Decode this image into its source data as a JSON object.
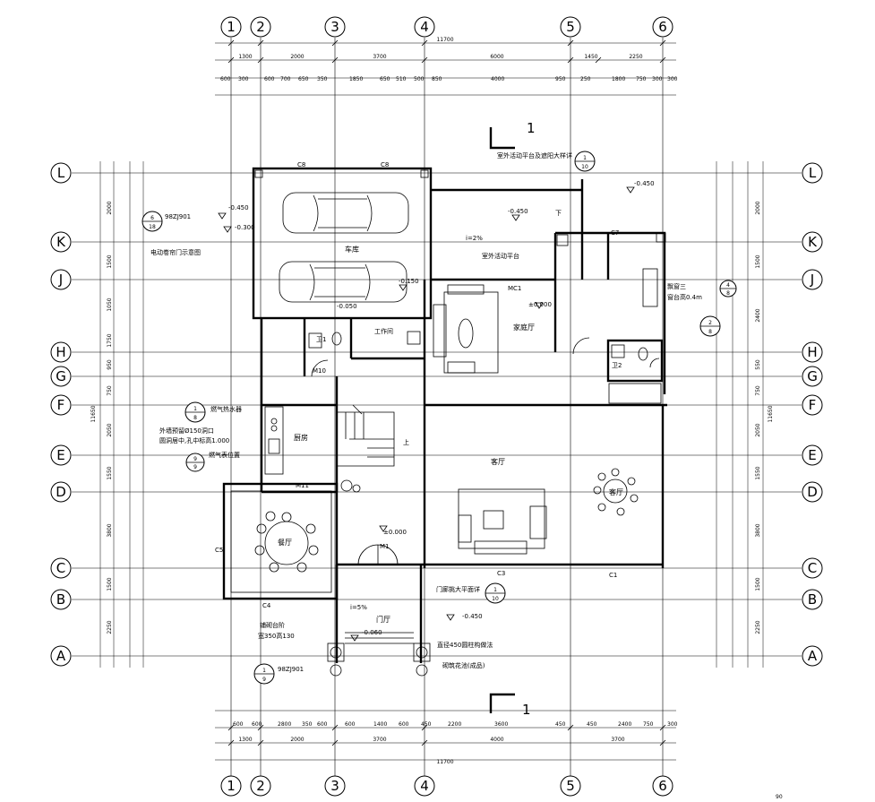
{
  "drawing": {
    "grid_columns": [
      "1",
      "2",
      "3",
      "4",
      "5",
      "6"
    ],
    "grid_rows": [
      "L",
      "K",
      "J",
      "H",
      "G",
      "F",
      "E",
      "D",
      "C",
      "B",
      "A"
    ],
    "overall_width_dim": "11700",
    "overall_height_dim": "11650",
    "top_dims_outer": [
      "1300",
      "2000",
      "3700",
      "6000",
      "1450",
      "2250"
    ],
    "top_dims_inner": [
      "600",
      "300",
      "600",
      "700",
      "650",
      "350",
      "1850",
      "650",
      "510",
      "500",
      "850",
      "4000",
      "950",
      "250",
      "1800",
      "750",
      "300",
      "300"
    ],
    "bottom_dims_inner": [
      "600",
      "600",
      "2800",
      "350",
      "600",
      "600",
      "1400",
      "600",
      "450",
      "2200",
      "3600",
      "450",
      "450",
      "2400",
      "750",
      "300"
    ],
    "bottom_dims_outer": [
      "1300",
      "2000",
      "3700",
      "4000",
      "3700"
    ],
    "right_dims": [
      "2000",
      "1500",
      "2400",
      "550",
      "750",
      "2050",
      "1550",
      "3800",
      "1500",
      "2250"
    ],
    "left_dims": [
      "2000",
      "1500",
      "1050",
      "1750",
      "950",
      "750",
      "2050",
      "1550",
      "3800",
      "1500",
      "2250"
    ]
  },
  "labels": {
    "garage": "车库",
    "kitchen": "厨房",
    "dining": "餐厅",
    "living": "客厅",
    "family": "家庭厅",
    "lobby": "门厅",
    "storage": "工作间",
    "bath_1": "卫1",
    "bath_2": "卫2",
    "sitting": "客厅",
    "outdoor_platform": "室外活动平台",
    "roof_note": "室外活动平台及遮阳大样详",
    "canopy_note": "门廊挑大平面详",
    "column_note": "直径450圆柱构做法",
    "step_note": "铺砌台阶",
    "step_note_2": "宽350高130",
    "flower_note": "砌筑花池(成品)",
    "vent_note": "外墙预留Ø150洞口",
    "vent_note_2": "圆洞居中,孔中标高1.000",
    "range_hood": "燃气热水器",
    "gas_meter": "燃气表位置",
    "car_outlet": "电动卷帘门示意图",
    "bay_window": "飘窗三",
    "bay_window_2": "窗台高0.4m",
    "atlas_ref_1": "98ZJ901",
    "atlas_ref_2": "98ZJ901",
    "door_m1": "M1",
    "door_mc1": "MC1",
    "door_m10": "M10",
    "door_m11": "M11",
    "win_c4": "C4",
    "win_c8a": "C8",
    "win_c8b": "C8",
    "win_c7": "C7",
    "win_c5": "C5",
    "win_c1": "C1",
    "win_c3": "C3",
    "stair_up": "上",
    "stair_down": "下",
    "slope_1": "i=2%",
    "slope_2": "i=5%"
  },
  "levels": {
    "l1": "-0.450",
    "l2": "-0.300",
    "l3": "-0.450",
    "l4": "-0.150",
    "l5": "±0.000",
    "l6": "±0.000",
    "l7": "-0.060",
    "l8": "-0.450",
    "l9": "-0.450",
    "l10": "-0.050"
  },
  "detail_refs": {
    "d1_top": "6",
    "d1_bot": "18",
    "d2_top": "1",
    "d2_bot": "10",
    "d3_top": "1",
    "d3_bot": "8",
    "d4_top": "2",
    "d4_bot": "8",
    "d5_top": "1",
    "d5_bot": "10",
    "d6_top": "1",
    "d6_bot": "9",
    "d7_top": "4",
    "d7_bot": "8",
    "d8_top": "9",
    "d8_bot": "9"
  },
  "section": {
    "mark_top": "1",
    "mark_bottom": "1"
  },
  "corner": "90"
}
